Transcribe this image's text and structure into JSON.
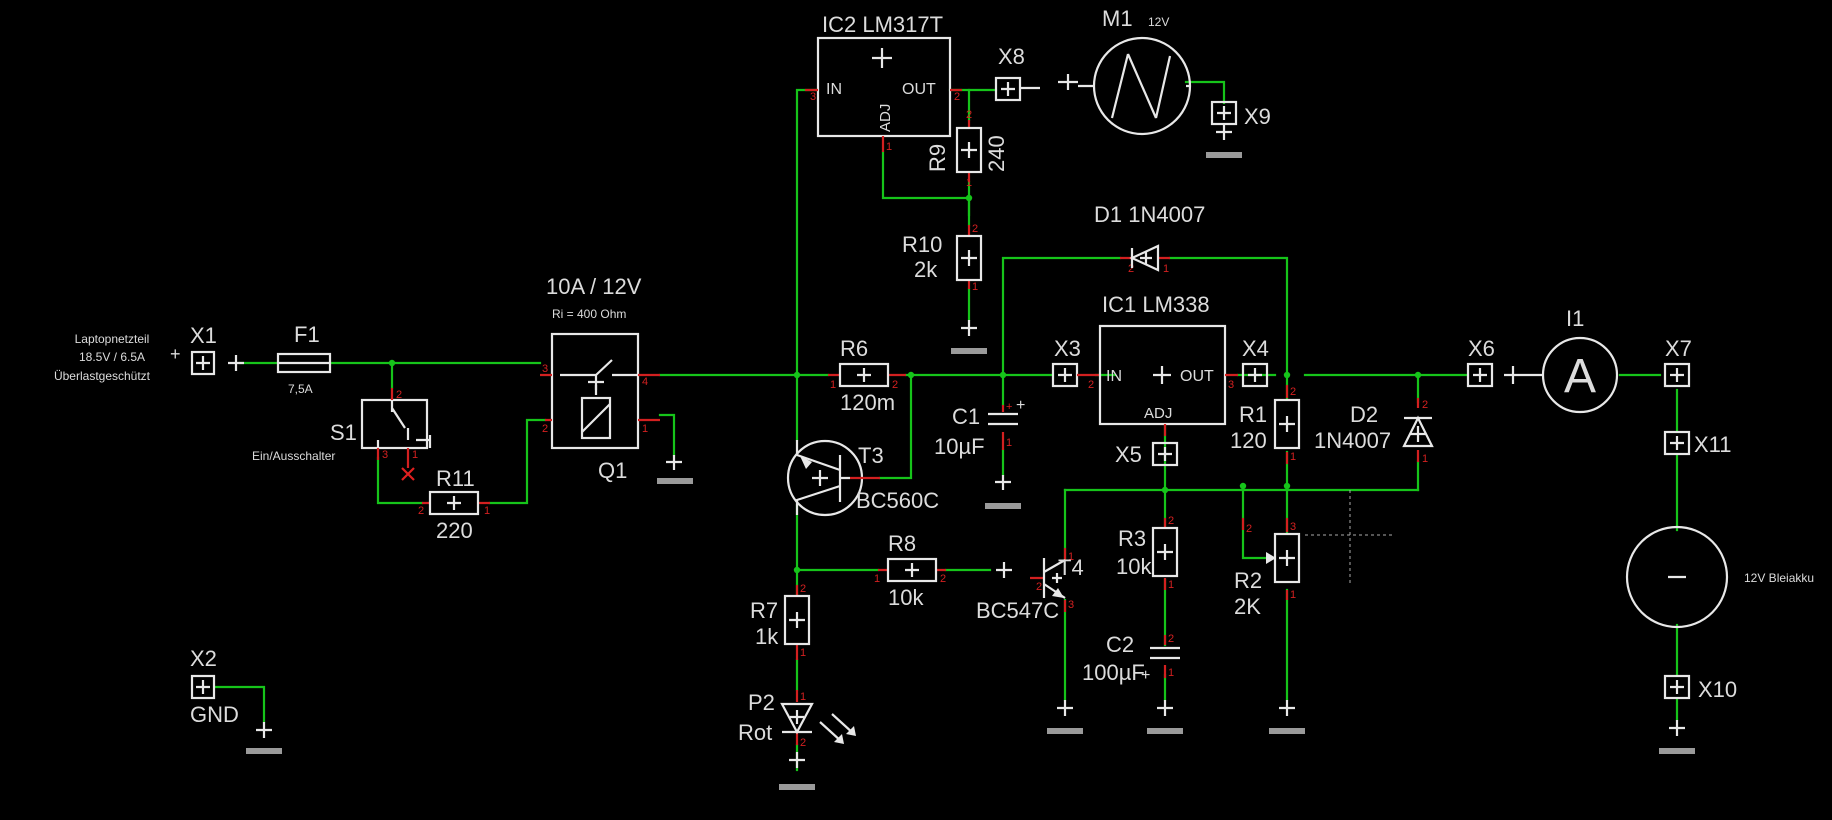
{
  "labels": {
    "supply_title": "Laptopnetzteil",
    "supply_rating": "18.5V / 6.5A",
    "supply_note": "Überlastgeschützt",
    "x1": "X1",
    "x2": "X2",
    "gnd": "GND",
    "f1": "F1",
    "f1_val": "7,5A",
    "s1": "S1",
    "s1_desc": "Ein/Ausschalter",
    "r11": "R11",
    "r11_val": "220",
    "q1_rating": "10A / 12V",
    "q1_ri": "Ri = 400 Ohm",
    "q1": "Q1",
    "ic2": "IC2 LM317T",
    "ic2_in": "IN",
    "ic2_out": "OUT",
    "ic2_adj": "ADJ",
    "x8": "X8",
    "m1": "M1",
    "m1_volt": "12V",
    "x9": "X9",
    "r9": "R9",
    "r9_val": "240",
    "r10": "R10",
    "r10_val": "2k",
    "d1": "D1 1N4007",
    "r6": "R6",
    "r6_val": "120m",
    "x3": "X3",
    "ic1": "IC1 LM338",
    "ic1_in": "IN",
    "ic1_out": "OUT",
    "ic1_adj": "ADJ",
    "x4": "X4",
    "x5": "X5",
    "c1": "C1",
    "c1_val": "10µF",
    "t3": "T3",
    "t3_val": "BC560C",
    "r1": "R1",
    "r1_val": "120",
    "d2": "D2",
    "d2_val": "1N4007",
    "x6": "X6",
    "i1": "I1",
    "x7": "X7",
    "x11": "X11",
    "battery": "12V Bleiakku",
    "x10": "X10",
    "r8": "R8",
    "r8_val": "10k",
    "t4": "T4",
    "t4_val": "BC547C",
    "r3": "R3",
    "r3_val": "10k",
    "r2": "R2",
    "r2_val": "2K",
    "c2": "C2",
    "c2_val": "100µF",
    "r7": "R7",
    "r7_val": "1k",
    "p2": "P2",
    "p2_val": "Rot",
    "ammeter_symbol": "A"
  },
  "colors": {
    "wire": "#16c41a",
    "body": "#e8e8e8",
    "pin": "#d32020",
    "ground": "#9a9a9a",
    "background": "#000000"
  }
}
